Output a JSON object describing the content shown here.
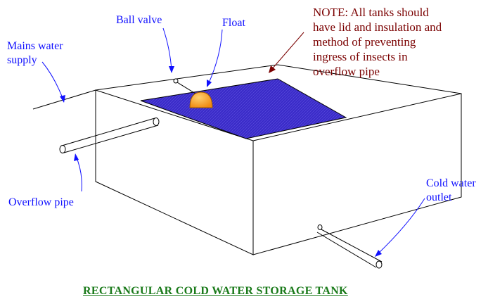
{
  "labels": {
    "ball_valve": "Ball valve",
    "float": "Float",
    "mains_water_supply": [
      "Mains water",
      "supply"
    ],
    "overflow_pipe": "Overflow pipe",
    "cold_water_outlet": [
      "Cold water",
      "outlet"
    ],
    "note": [
      "NOTE: All tanks should",
      "have lid and insulation and",
      "method of preventing",
      "ingress of insects in",
      "overflow pipe"
    ]
  },
  "title": "RECTANGULAR COLD WATER STORAGE TANK",
  "colors": {
    "water": "#3a2bc8",
    "float": "#f5a020",
    "label_blue": "#1010ff",
    "note_red": "#7a0000",
    "title_green": "#1a7a1a"
  }
}
